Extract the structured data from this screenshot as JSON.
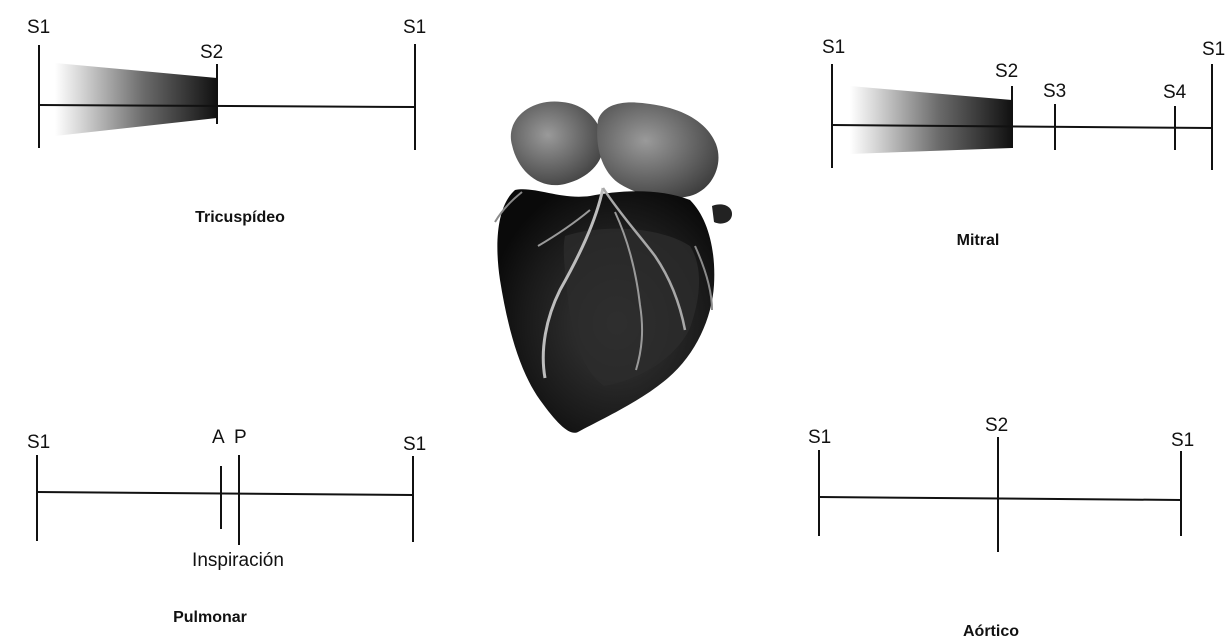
{
  "tricuspid": {
    "title": "Tricuspídeo",
    "labels": {
      "s1_left": "S1",
      "s2": "S2",
      "s1_right": "S1"
    }
  },
  "mitral": {
    "title": "Mitral",
    "labels": {
      "s1_left": "S1",
      "s2": "S2",
      "s3": "S3",
      "s4": "S4",
      "s1_right": "S1"
    }
  },
  "pulmonary": {
    "title": "Pulmonar",
    "labels": {
      "s1_left": "S1",
      "a": "A",
      "p": "P",
      "s1_right": "S1",
      "inspiration": "Inspiración"
    }
  },
  "aortic": {
    "title": "Aórtico",
    "labels": {
      "s1_left": "S1",
      "s2": "S2",
      "s1_right": "S1"
    }
  },
  "heart_image": {
    "icon": "heart-icon"
  }
}
